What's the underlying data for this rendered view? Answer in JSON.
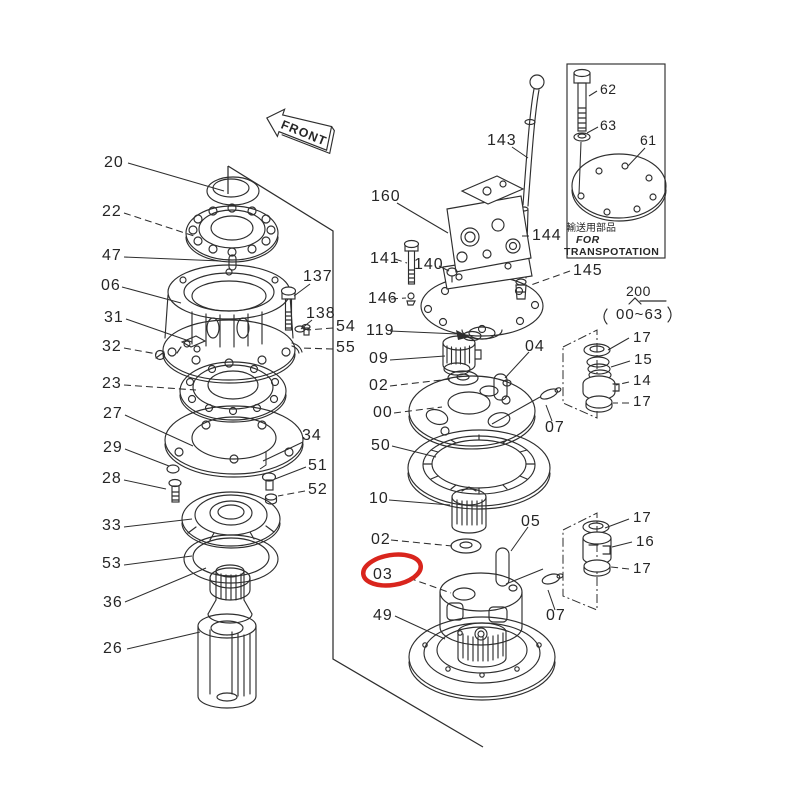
{
  "page": {
    "background": "#ffffff",
    "ink_color": "#2e2e2e",
    "highlight_color": "#d9251d"
  },
  "front_arrow": {
    "label": "FRONT"
  },
  "transport_box": {
    "jp": "輸送用部品",
    "for_line": "FOR",
    "trans_line": "TRANSPOTATION"
  },
  "range_note": {
    "top": "200",
    "bottom": "00~63"
  },
  "highlight": {
    "part": "03",
    "shape": "ellipse",
    "color": "#d9251d"
  },
  "callouts": {
    "c20": "20",
    "c22": "22",
    "c47": "47",
    "c06": "06",
    "c31": "31",
    "c32": "32",
    "c23": "23",
    "c27": "27",
    "c29": "29",
    "c28": "28",
    "c33": "33",
    "c53": "53",
    "c36": "36",
    "c26": "26",
    "c137": "137",
    "c138": "138",
    "c54": "54",
    "c55": "55",
    "c34": "34",
    "c51": "51",
    "c52": "52",
    "c160": "160",
    "c141": "141",
    "c140": "140",
    "c146": "146",
    "c143": "143",
    "c144": "144",
    "c145": "145",
    "c119": "119",
    "c09": "09",
    "c02a": "02",
    "c00": "00",
    "c50": "50",
    "c04": "04",
    "c07a": "07",
    "c10": "10",
    "c02b": "02",
    "c03": "03",
    "c49": "49",
    "c05": "05",
    "c62": "62",
    "c63": "63",
    "c61": "61",
    "c17a": "17",
    "c15": "15",
    "c14": "14",
    "c17b": "17",
    "c17c": "17",
    "c16": "16",
    "c17d": "17",
    "c07b": "07"
  }
}
